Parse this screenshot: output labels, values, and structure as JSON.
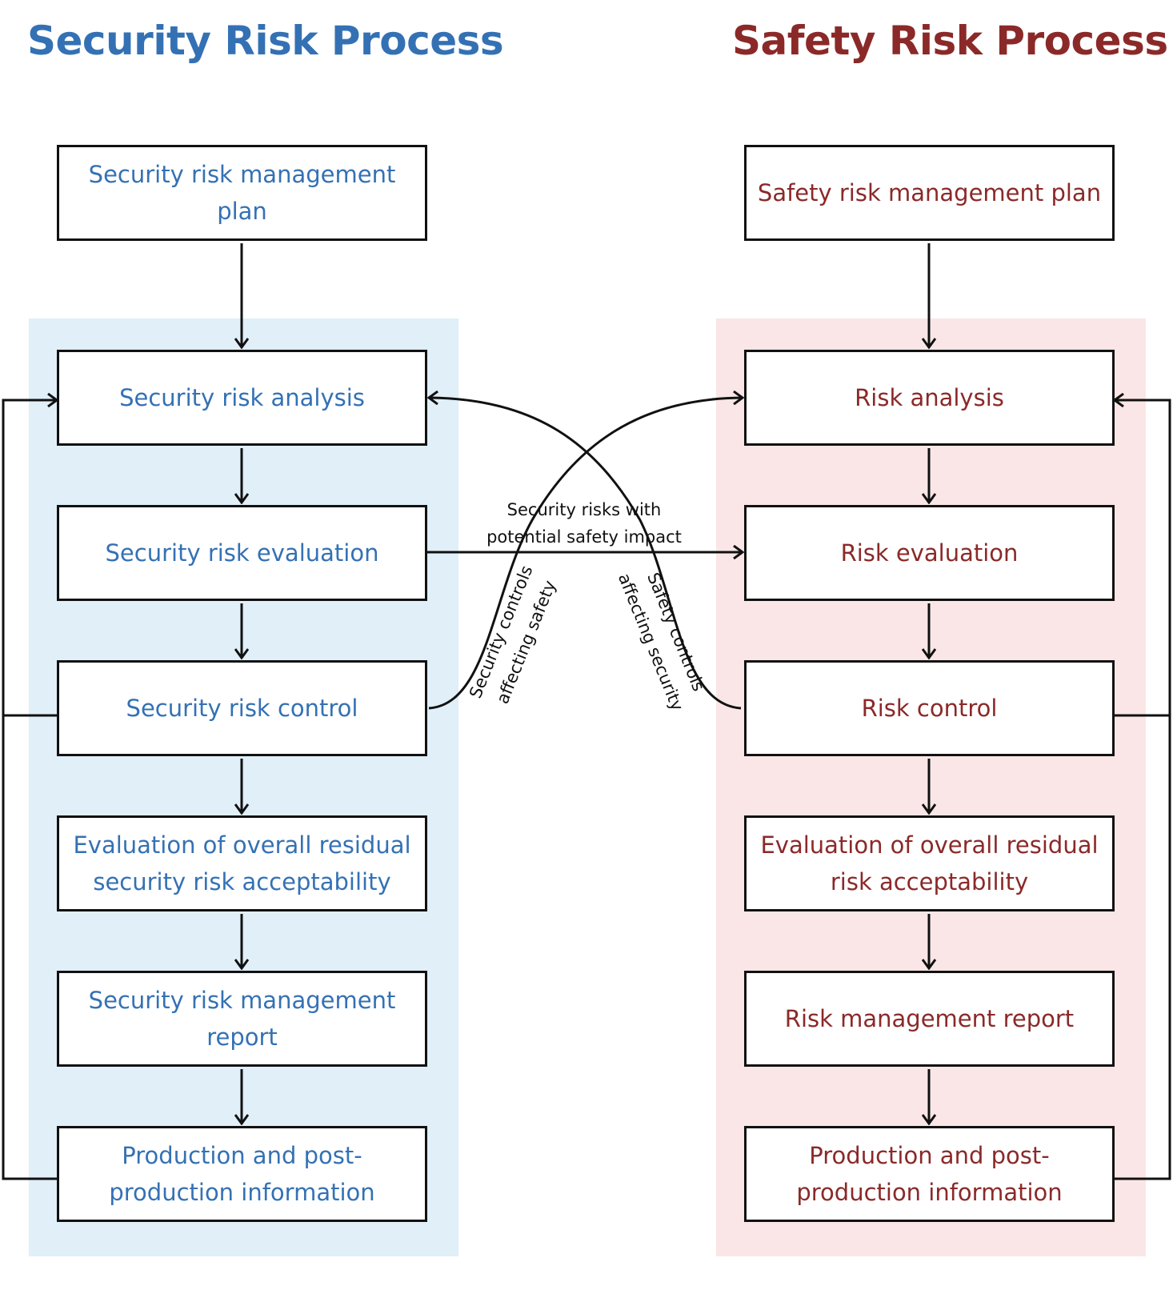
{
  "titles": {
    "security": "Security Risk Process",
    "safety": "Safety Risk Process"
  },
  "security": {
    "plan": "Security risk management plan",
    "analysis": "Security risk analysis",
    "evaluation": "Security risk evaluation",
    "control": "Security risk control",
    "residual": "Evaluation of overall residual security risk acceptability",
    "report": "Security risk management report",
    "production": "Production and post-production information"
  },
  "safety": {
    "plan": "Safety risk management plan",
    "analysis": "Risk analysis",
    "evaluation": "Risk evaluation",
    "control": "Risk control",
    "residual": "Evaluation of overall residual risk acceptability",
    "report": "Risk management report",
    "production": "Production and post-production information"
  },
  "links": {
    "security_to_safety_impact_line1": "Security risks with",
    "security_to_safety_impact_line2": "potential safety impact",
    "security_controls_line1": "Security controls",
    "security_controls_line2": "affecting safety",
    "safety_controls_line1": "Safety controls",
    "safety_controls_line2": "affecting security"
  },
  "colors": {
    "security": "#3471b4",
    "safety": "#8b2929",
    "security_panel": "#e0eff8",
    "safety_panel": "#fae6e6"
  }
}
